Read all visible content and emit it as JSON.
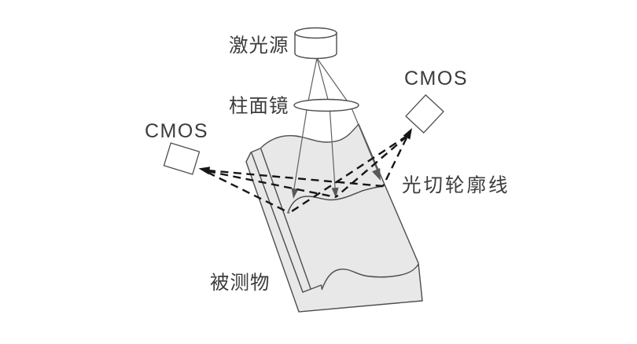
{
  "diagram": {
    "labels": {
      "laser_source": "激光源",
      "cylindrical_lens": "柱面镜",
      "cmos_left": "CMOS",
      "cmos_right": "CMOS",
      "light_section_profile": "光切轮廓线",
      "measured_object": "被测物"
    },
    "colors": {
      "background": "#ffffff",
      "outline": "#4d4d4d",
      "object_fill": "#e8e8e8",
      "beam_stroke": "#606060",
      "beam_arrow_fill": "#595959",
      "dashed_ray_stroke": "#161616",
      "text": "#3c3c3c"
    },
    "shapes": {
      "laser_source": "cylinder",
      "cylindrical_lens": "flat-ellipse-lens",
      "cmos_sensors": "rotated-rectangles",
      "measured_object": "3d-slab-with-freeform-top",
      "solid_rays": "laser-beams-with-arrowheads",
      "dashed_rays": "reflected-light-to-cameras"
    }
  }
}
